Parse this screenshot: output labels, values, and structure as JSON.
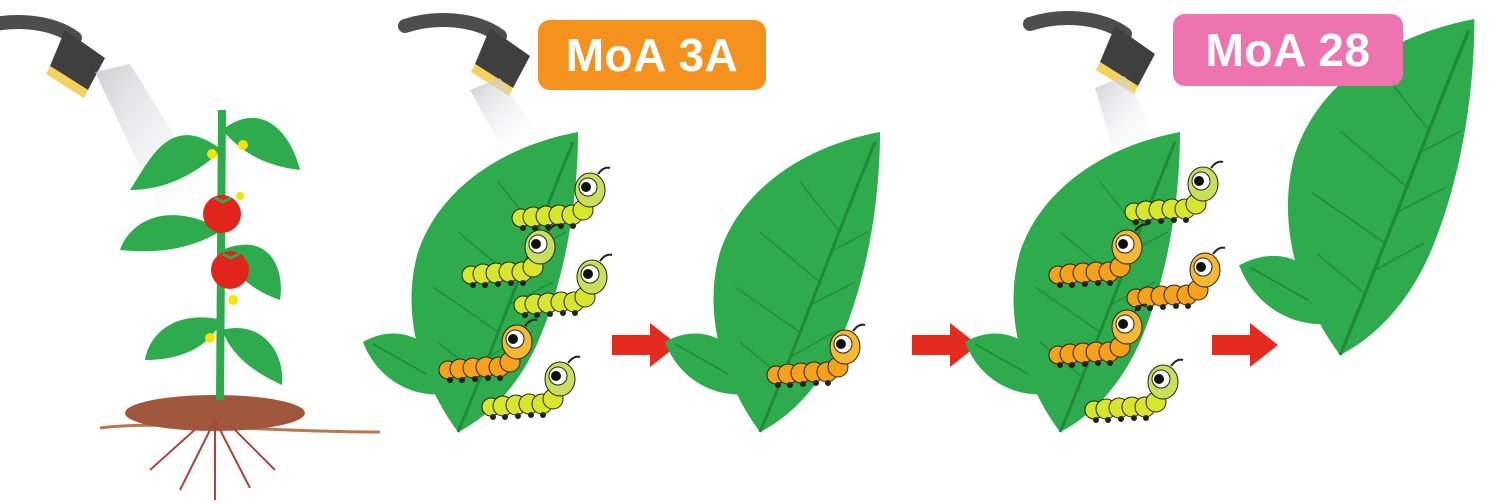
{
  "labels": {
    "moa_first": "MoA 3A",
    "moa_second": "MoA 28"
  },
  "colors": {
    "moa_first_badge": "#f5921e",
    "moa_second_badge": "#ee74b0",
    "leaf_green": "#2eab4c",
    "leaf_vein": "#1f8a39",
    "arrow_red": "#e42b1e",
    "caterpillar_yellow": "#d7e62a",
    "caterpillar_orange": "#f7a11a",
    "tomato_red": "#e1251b",
    "soil_brown": "#a0573c",
    "hose_grey": "#4d4d4d",
    "nozzle_yellow": "#f3d35c"
  },
  "stages": [
    {
      "name": "sprayed-tomato-plant",
      "caterpillars": []
    },
    {
      "name": "infested-leaf",
      "caterpillars": [
        "yellow",
        "yellow",
        "yellow",
        "orange",
        "yellow"
      ]
    },
    {
      "name": "after-moa-3a",
      "caterpillars": [
        "orange"
      ]
    },
    {
      "name": "reinfested-leaf",
      "caterpillars": [
        "yellow",
        "orange",
        "orange",
        "orange",
        "yellow"
      ]
    },
    {
      "name": "after-moa-28",
      "caterpillars": []
    }
  ],
  "icons": [
    "spray-nozzle-icon",
    "tomato-plant-icon",
    "leaf-icon",
    "caterpillar-icon",
    "right-arrow-icon"
  ]
}
